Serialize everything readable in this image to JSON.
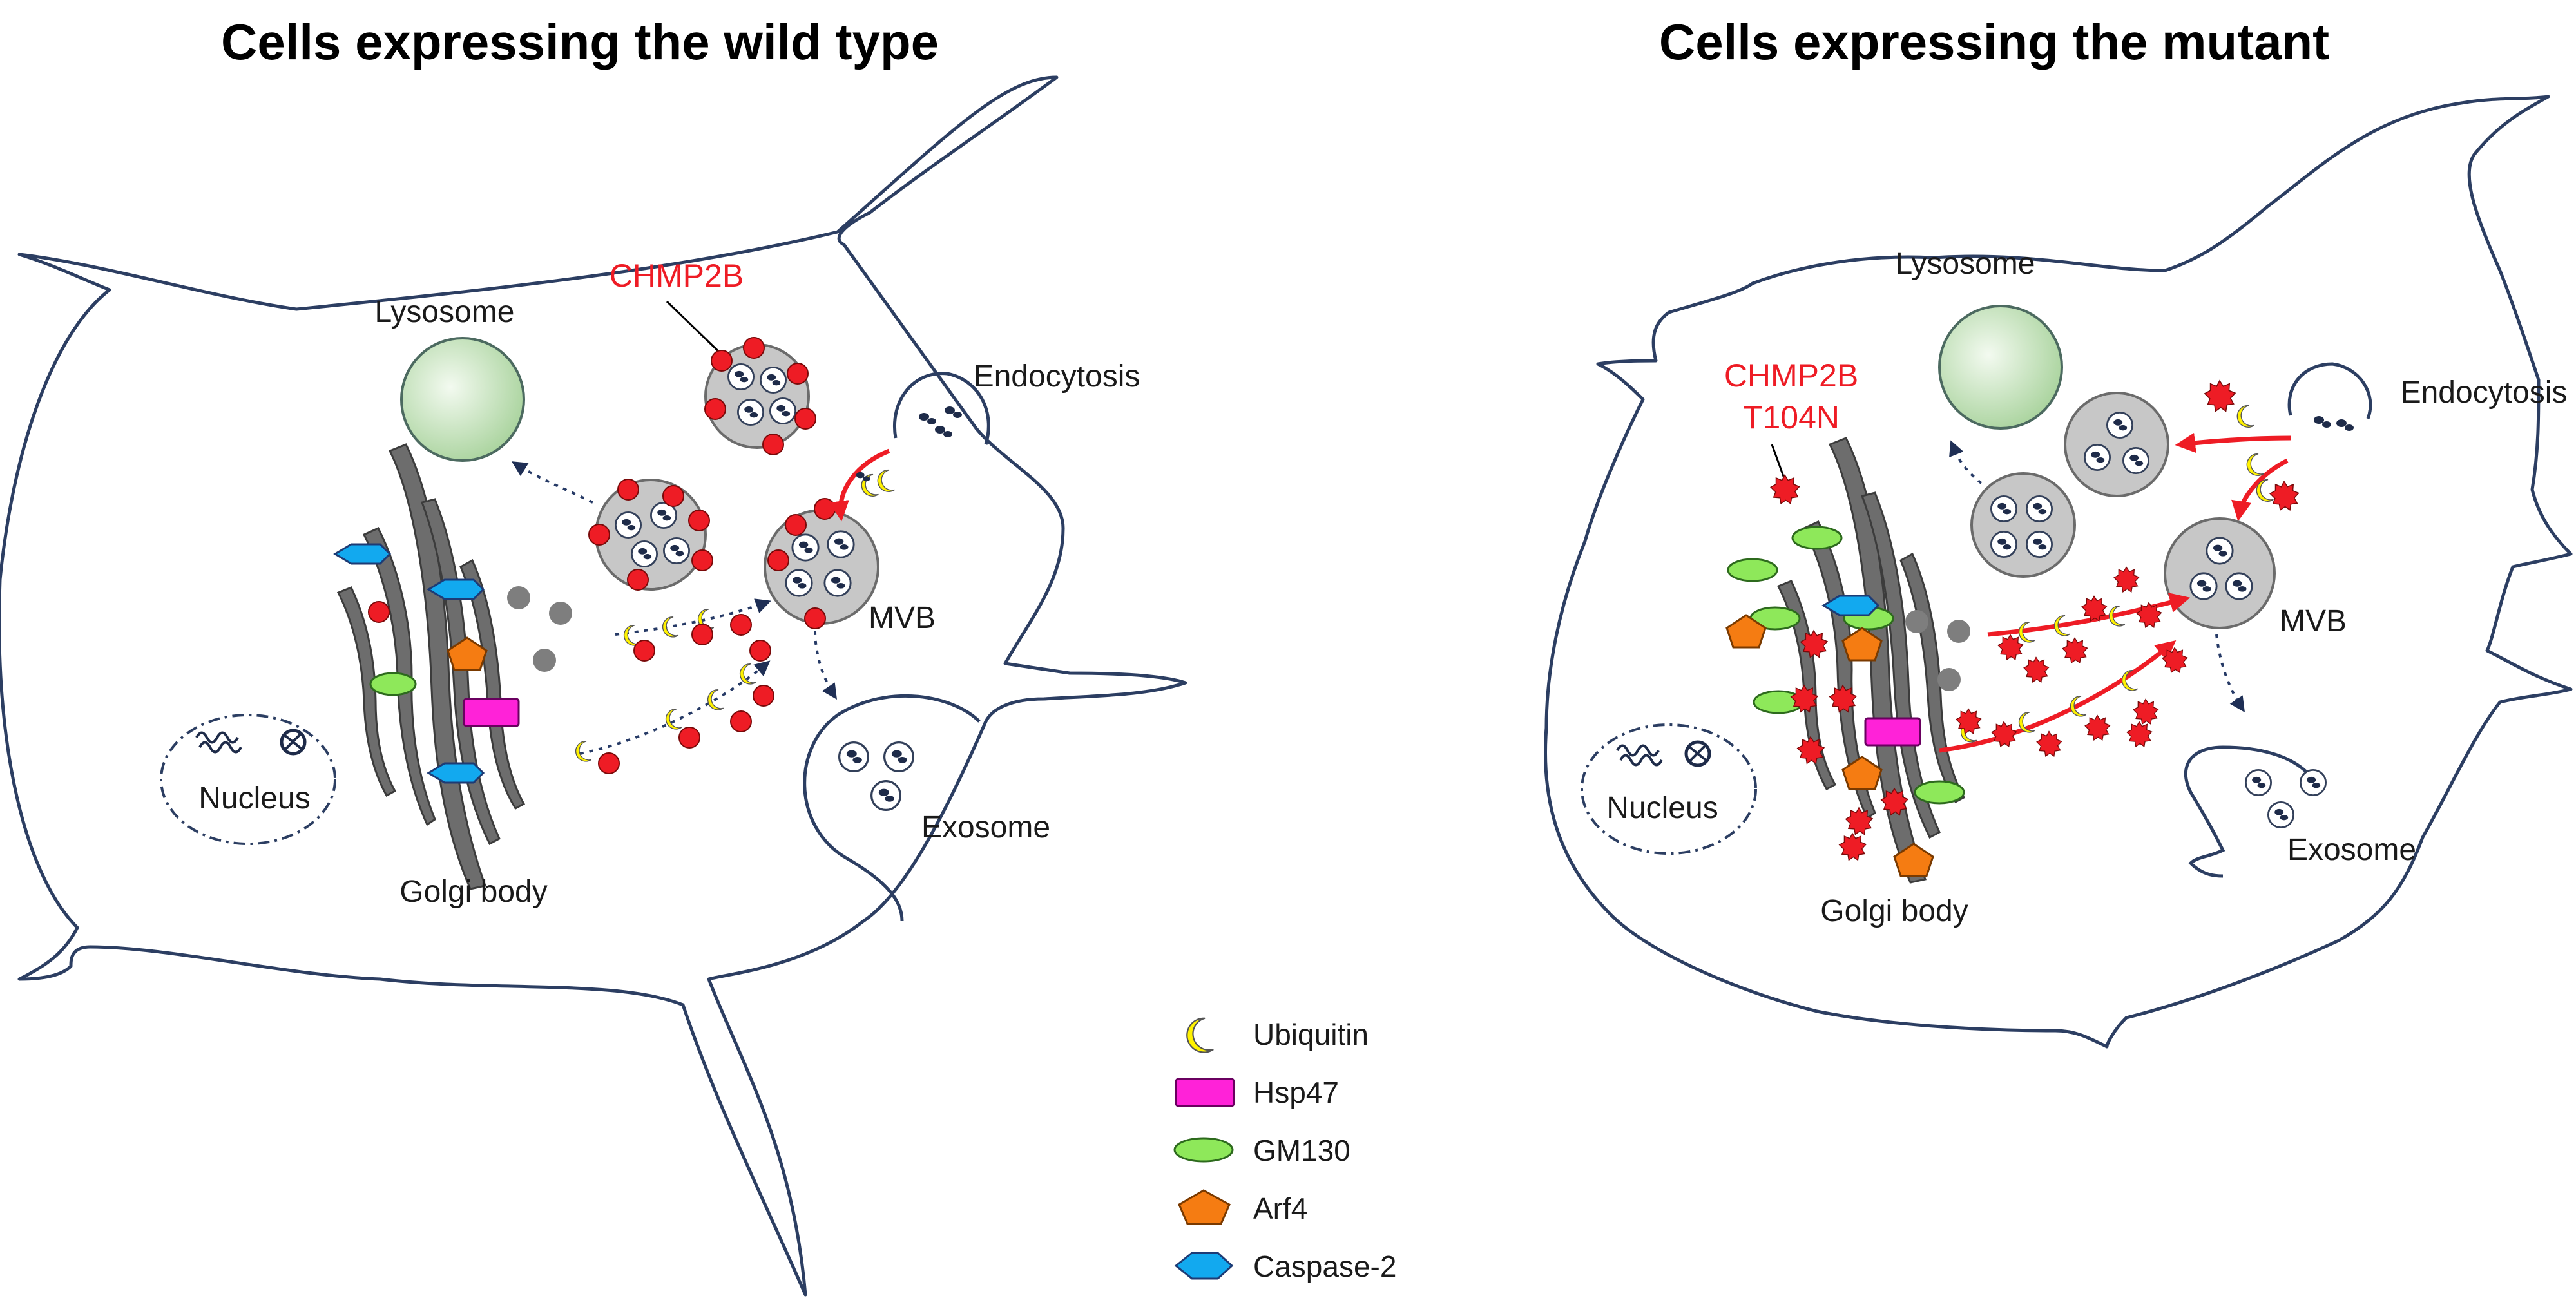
{
  "titles": {
    "left": "Cells expressing the wild type",
    "right": "Cells expressing the mutant"
  },
  "left_cell": {
    "protein": "CHMP2B",
    "lysosome": "Lysosome",
    "endocytosis": "Endocytosis",
    "mvb": "MVB",
    "nucleus": "Nucleus",
    "golgi": "Golgi body",
    "exosome": "Exosome"
  },
  "right_cell": {
    "protein_line1": "CHMP2B",
    "protein_line2": "T104N",
    "lysosome": "Lysosome",
    "endocytosis": "Endocytosis",
    "mvb": "MVB",
    "nucleus": "Nucleus",
    "golgi": "Golgi body",
    "exosome": "Exosome"
  },
  "legend": [
    {
      "label": "Ubiquitin",
      "icon": "crescent-icon",
      "color": "#fff200"
    },
    {
      "label": "Hsp47",
      "icon": "rectangle-icon",
      "color": "#ff22d8"
    },
    {
      "label": "GM130",
      "icon": "ellipse-icon",
      "color": "#8ee85a"
    },
    {
      "label": "Arf4",
      "icon": "pentagon-icon",
      "color": "#f57c12"
    },
    {
      "label": "Caspase-2",
      "icon": "hexagon-icon",
      "color": "#12a9ef"
    }
  ],
  "colors": {
    "membrane": "#2c3e62",
    "chmp2b": "#ee1c25",
    "lysosome": "#b9dcb0",
    "vesicle": "#c7c7c7"
  }
}
